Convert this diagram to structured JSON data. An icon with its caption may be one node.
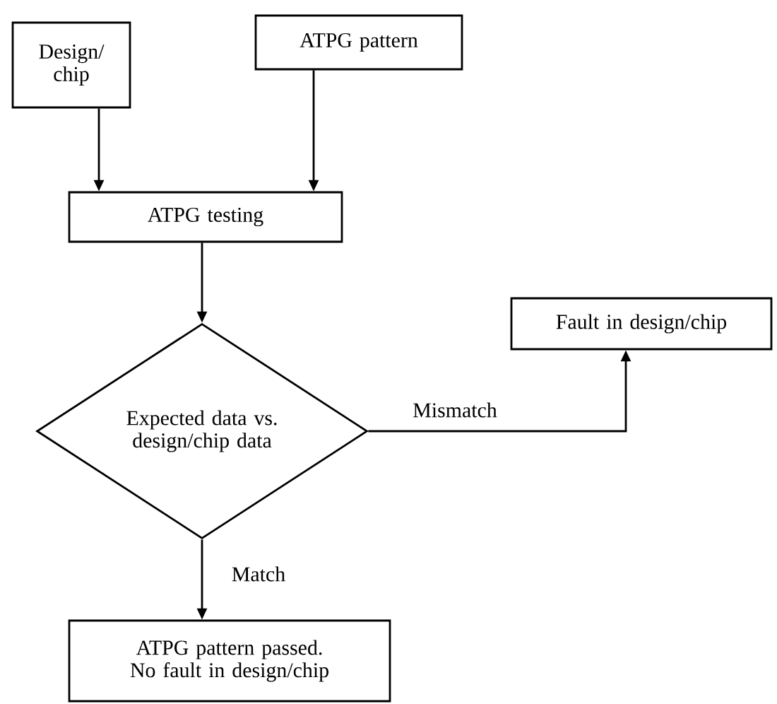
{
  "diagram": {
    "nodes": [
      {
        "text": [
          "Design/ chip"
        ]
      },
      {
        "text": [
          "ATPG pattern"
        ]
      },
      {
        "text": [
          "ATPG testing"
        ]
      },
      {
        "text": [
          "Expected data vs. design/chip data"
        ]
      },
      {
        "text": [
          "Fault in design/chip"
        ]
      },
      {
        "text": [
          "ATPG pattern passed. No fault in design/chip"
        ]
      }
    ],
    "edges": [
      {
        "from": 0,
        "to": 2,
        "arrow": "to"
      },
      {
        "from": 1,
        "to": 2,
        "arrow": "to"
      },
      {
        "from": 2,
        "to": 3,
        "arrow": "to"
      },
      {
        "from": 3,
        "to": 4,
        "arrow": "to",
        "label": "Mismatch"
      },
      {
        "from": 3,
        "to": 5,
        "arrow": "to",
        "label": "Match"
      }
    ]
  }
}
